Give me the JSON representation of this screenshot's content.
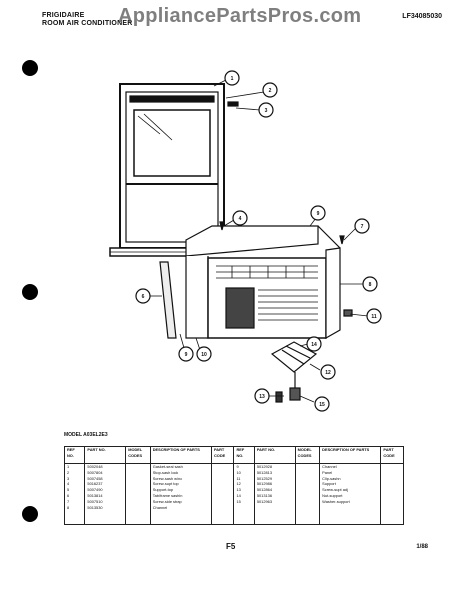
{
  "header": {
    "brand": "FRIGIDAIRE",
    "subtitle": "ROOM AIR CONDITIONER",
    "part_number": "LF34085030",
    "watermark": "AppliancePartsPros.com"
  },
  "callouts": [
    "1",
    "2",
    "3",
    "4",
    "5",
    "6",
    "7",
    "8",
    "9",
    "10",
    "11",
    "12",
    "13",
    "14",
    "15"
  ],
  "model_label": "MODEL A03EL2E3",
  "table": {
    "headers": [
      "REF NO.",
      "PART NO.",
      "MODEL CODES",
      "DESCRIPTION OF PARTS",
      "PART CODE",
      "REF NO.",
      "PART NO.",
      "MODEL CODES",
      "DESCRIPTION OF PARTS",
      "PART CODE"
    ],
    "left_rows": [
      {
        "ref": "1",
        "part": "5002048",
        "desc": "Gasket-seal sash"
      },
      {
        "ref": "2",
        "part": "5007804",
        "desc": "Stop-sash lock"
      },
      {
        "ref": "3",
        "part": "5007458",
        "desc": "Screw-sash w/nc"
      },
      {
        "ref": "4",
        "part": "5016237",
        "desc": "Screw-supt top"
      },
      {
        "ref": "5",
        "part": "5007490",
        "desc": "Support-top"
      },
      {
        "ref": "6",
        "part": "5013814",
        "desc": "Tab/frame sashln"
      },
      {
        "ref": "7",
        "part": "5007510",
        "desc": "Screw-side strap"
      },
      {
        "ref": "8",
        "part": "5013530",
        "desc": "Channel"
      }
    ],
    "right_rows": [
      {
        "ref": "9",
        "part": "5012928",
        "desc": "Channel"
      },
      {
        "ref": "10",
        "part": "5012813",
        "desc": "Panel"
      },
      {
        "ref": "11",
        "part": "5012529",
        "desc": "Clip-sashn"
      },
      {
        "ref": "12",
        "part": "5012986",
        "desc": "Support"
      },
      {
        "ref": "13",
        "part": "5012864",
        "desc": "Screw-supt adj"
      },
      {
        "ref": "14",
        "part": "5013136",
        "desc": "Nut-support"
      },
      {
        "ref": "15",
        "part": "5012963",
        "desc": "Washer-support"
      }
    ]
  },
  "footer": {
    "page": "F5",
    "date": "1/88"
  }
}
